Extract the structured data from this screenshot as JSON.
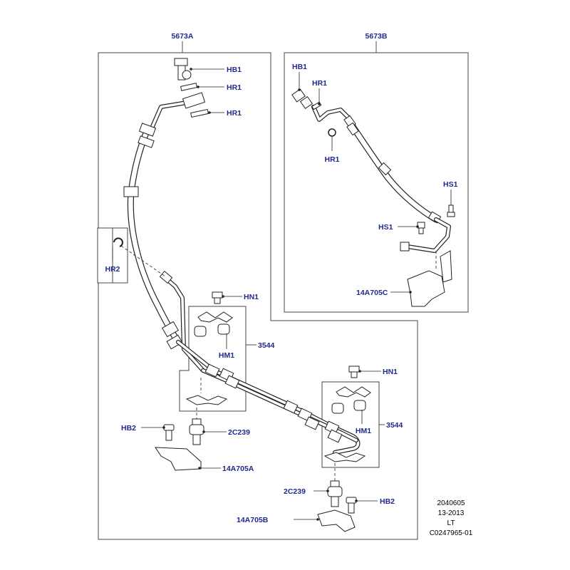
{
  "diagram": {
    "panels": {
      "left_title": "5673A",
      "right_title": "5673B"
    },
    "labels": {
      "hb1_top": "HB1",
      "hr1_top_a": "HR1",
      "hr1_top_b": "HR1",
      "hr2": "HR2",
      "hn1_a": "HN1",
      "hm1_a": "HM1",
      "kit_a": "3544",
      "hb2_a": "HB2",
      "clamp_a": "2C239",
      "bracket_a": "14A705A",
      "hn1_b": "HN1",
      "hm1_b": "HM1",
      "kit_b": "3544",
      "clamp_b": "2C239",
      "hb2_b": "HB2",
      "bracket_b": "14A705B",
      "r_hb1": "HB1",
      "r_hr1_a": "HR1",
      "r_hr1_b": "HR1",
      "r_hs1_a": "HS1",
      "r_hs1_b": "HS1",
      "r_bracket_c": "14A705C"
    },
    "reference_block": {
      "line1": "2040605",
      "line2": "13-2013",
      "line3": "LT",
      "line4": "C0247965-01"
    },
    "colors": {
      "label_blue": "#1f2a8c",
      "line_black": "#222222"
    }
  }
}
